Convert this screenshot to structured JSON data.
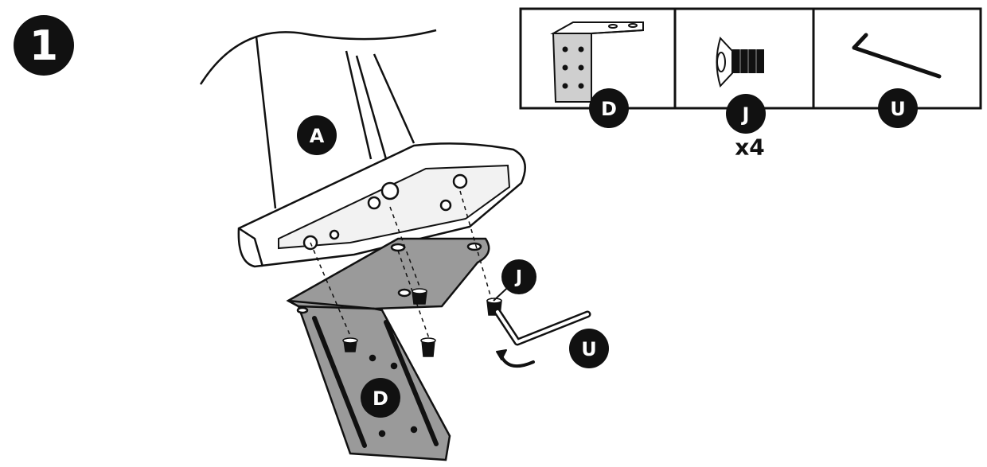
{
  "step": {
    "number": "1"
  },
  "parts_panel": {
    "items": [
      {
        "label": "D",
        "icon": "mounting-bracket-icon"
      },
      {
        "label": "J",
        "icon": "screw-icon",
        "quantity": "x4"
      },
      {
        "label": "U",
        "icon": "allen-key-icon"
      }
    ]
  },
  "callouts": {
    "leg": "A",
    "bracket": "D",
    "screw": "J",
    "allen_key": "U"
  },
  "colors": {
    "ink": "#111111",
    "bracket_fill": "#9a9a9a",
    "badge": "#111111"
  }
}
